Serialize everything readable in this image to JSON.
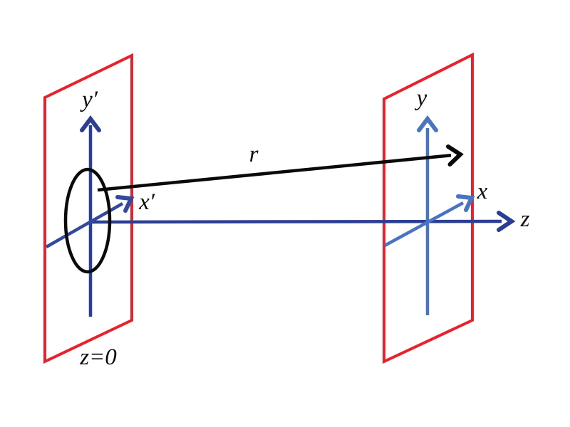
{
  "colors": {
    "background": "#ffffff",
    "plane_red": "#e8212c",
    "axis_navy": "#2b3e92",
    "axis_navy_medium": "#34499e",
    "axis_steel_blue": "#4a74c0",
    "ink_black": "#0a0a0a"
  },
  "diagram": {
    "source_plane": {
      "plane_label": "z=0",
      "y_axis_label": "y′",
      "x_axis_label": "x′"
    },
    "observation_plane": {
      "y_axis_label": "y",
      "x_axis_label": "x"
    },
    "z_axis_label": "z",
    "vector_label": "r"
  }
}
